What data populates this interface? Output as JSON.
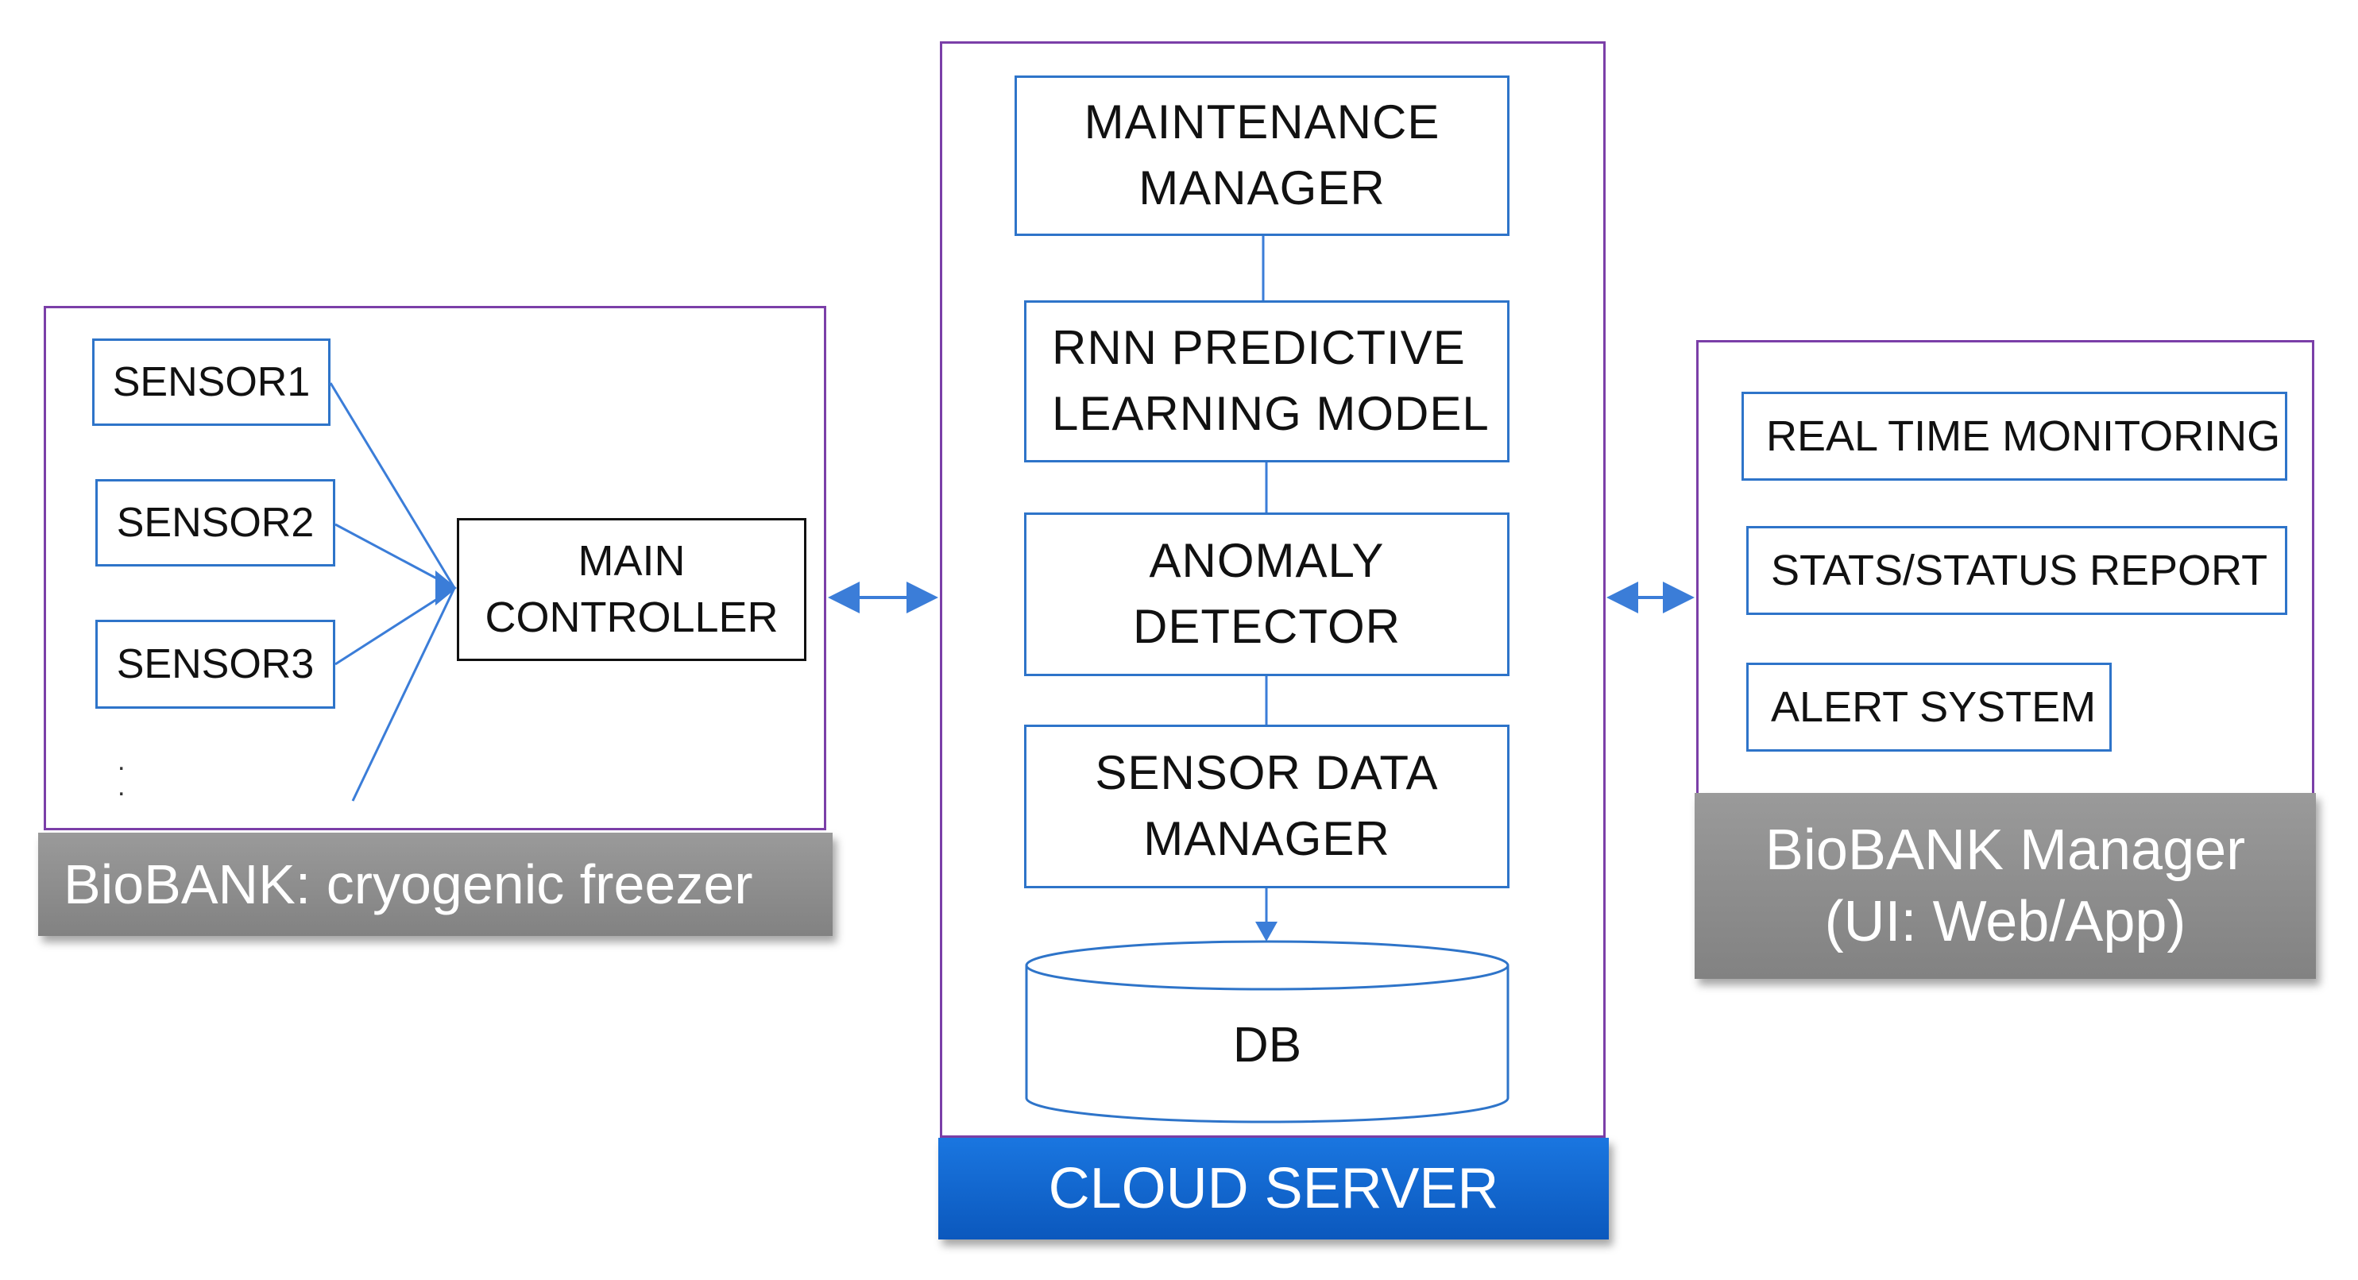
{
  "left_panel": {
    "title": "BioBANK: cryogenic freezer",
    "sensors": [
      "SENSOR1",
      "SENSOR2",
      "SENSOR3"
    ],
    "more_indicator": ".\n.",
    "controller": "MAIN\nCONTROLLER"
  },
  "center_panel": {
    "title": "CLOUD SERVER",
    "modules": [
      "MAINTENANCE\nMANAGER",
      "RNN PREDICTIVE\nLEARNING MODEL",
      "ANOMALY\nDETECTOR",
      "SENSOR DATA\nMANAGER"
    ],
    "database": "DB"
  },
  "right_panel": {
    "title": "BioBANK Manager\n(UI: Web/App)",
    "features": [
      "REAL TIME MONITORING",
      "STATS/STATUS REPORT",
      "ALERT SYSTEM"
    ]
  },
  "colors": {
    "frame": "#7b3fa8",
    "box_border": "#2e74c9",
    "connector": "#3b7dd8",
    "label_grey": "#8c8c8c",
    "label_blue": "#0f63c8"
  }
}
